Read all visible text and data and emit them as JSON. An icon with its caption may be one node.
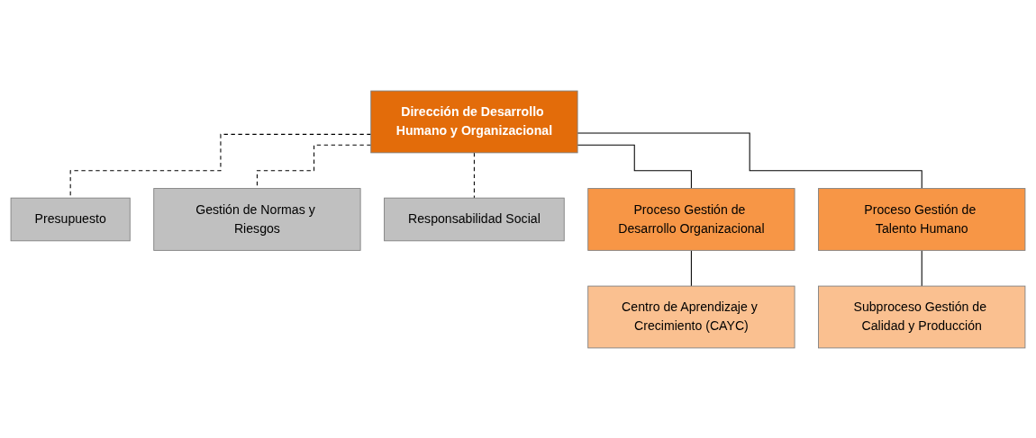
{
  "diagram": {
    "nodes": [
      {
        "text": [
          "Dirección de Desarrollo Humano y Organizacional"
        ]
      },
      {
        "text": [
          "Presupuesto"
        ]
      },
      {
        "text": [
          "Gestión de Normas y Riesgos"
        ]
      },
      {
        "text": [
          "Responsabilidad Social"
        ]
      },
      {
        "text": [
          "Proceso Gestión de Desarrollo Organizacional"
        ]
      },
      {
        "text": [
          "Proceso Gestión de Talento Humano"
        ]
      },
      {
        "text": [
          "Centro de Aprendizaje y Crecimiento (CAYC)"
        ]
      },
      {
        "text": [
          "Subproceso Gestión de Calidad y Producción"
        ]
      }
    ],
    "edges": [
      {
        "from": 0,
        "to": 1,
        "arrow": "none",
        "style": "dashed"
      },
      {
        "from": 0,
        "to": 2,
        "arrow": "none",
        "style": "dashed"
      },
      {
        "from": 0,
        "to": 3,
        "arrow": "none",
        "style": "dashed"
      },
      {
        "from": 0,
        "to": 4,
        "arrow": "none"
      },
      {
        "from": 0,
        "to": 5,
        "arrow": "none"
      },
      {
        "from": 4,
        "to": 6,
        "arrow": "none"
      },
      {
        "from": 5,
        "to": 7,
        "arrow": "none"
      }
    ]
  }
}
